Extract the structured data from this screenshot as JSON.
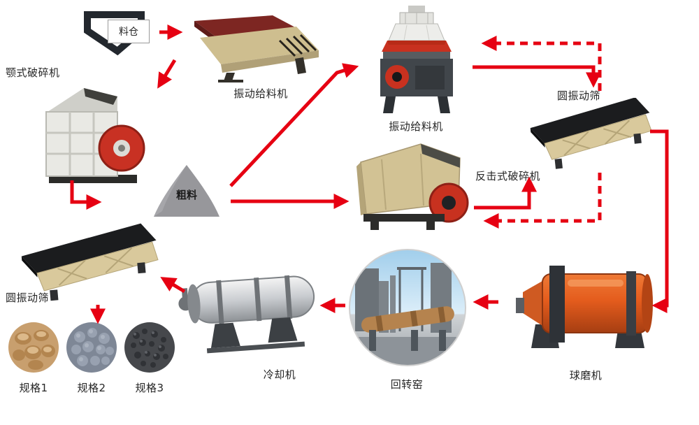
{
  "diagram": {
    "colors": {
      "arrow": "#e60012",
      "label_text": "#262626"
    },
    "nodes": {
      "silo": {
        "label": "料仓"
      },
      "feeder": {
        "label": "振动给料机"
      },
      "jaw_crusher": {
        "label": "颚式破碎机"
      },
      "coarse_material": {
        "label": "粗料"
      },
      "cone_crusher": {
        "label": "振动给料机"
      },
      "screen_right": {
        "label": "圆振动筛"
      },
      "impact_crusher": {
        "label": "反击式破碎机"
      },
      "ball_mill": {
        "label": "球磨机"
      },
      "rotary_kiln": {
        "label": "回转窑"
      },
      "cooler": {
        "label": "冷却机"
      },
      "screen_left": {
        "label": "圆振动筛"
      },
      "product_1": {
        "label": "规格1"
      },
      "product_2": {
        "label": "规格2"
      },
      "product_3": {
        "label": "规格3"
      }
    }
  }
}
